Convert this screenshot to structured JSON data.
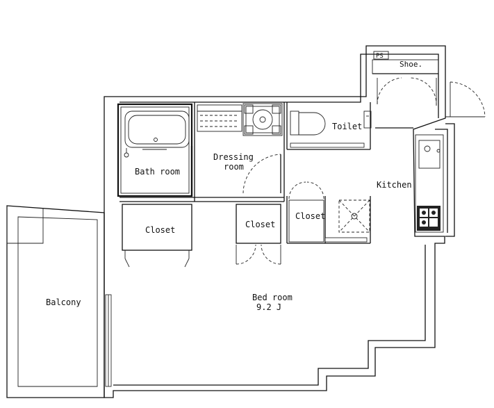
{
  "rooms": {
    "ps": "PS",
    "shoe": "Shoe.",
    "toilet": "Toilet",
    "dressing_line1": "Dressing",
    "dressing_line2": "room",
    "bath": "Bath room",
    "kitchen": "Kitchen",
    "closet_left": "Closet",
    "closet_middle": "Closet",
    "closet_right": "Closet",
    "balcony": "Balcony",
    "bedroom_line1": "Bed room",
    "bedroom_line2": "9.2 J"
  }
}
